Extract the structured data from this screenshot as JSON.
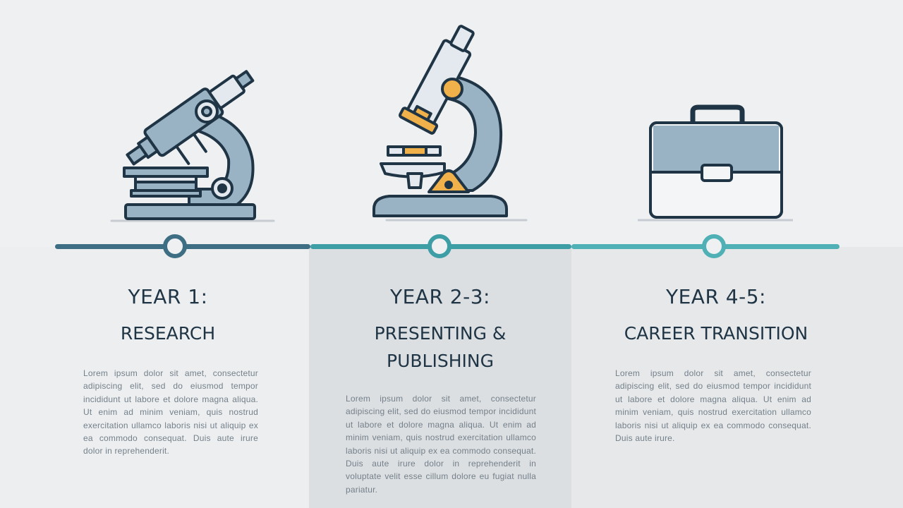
{
  "milestones": [
    {
      "year": "YEAR 1:",
      "stage": "RESEARCH",
      "icon": "microscope-icon",
      "body": "Lorem ipsum dolor sit amet, consectetur adipiscing elit, sed do eiusmod tempor incididunt ut labore et dolore magna aliqua. Ut enim ad minim veniam, quis nostrud exercitation ullamco laboris nisi ut aliquip ex ea commodo consequat. Duis aute irure dolor in reprehenderit."
    },
    {
      "year": "YEAR 2-3:",
      "stage_line1": "PRESENTING &",
      "stage_line2": "PUBLISHING",
      "icon": "microscope-icon",
      "body": "Lorem ipsum dolor sit amet, consectetur adipiscing elit, sed do eiusmod tempor incididunt ut labore et dolore magna aliqua. Ut enim ad minim veniam, quis nostrud exercitation ullamco laboris nisi ut aliquip ex ea commodo consequat. Duis aute irure dolor in reprehenderit in voluptate velit esse cillum dolore eu fugiat nulla pariatur."
    },
    {
      "year": "YEAR 4-5:",
      "stage": "CAREER TRANSITION",
      "icon": "briefcase-icon",
      "body": "Lorem ipsum dolor sit amet, consectetur adipiscing elit, sed do eiusmod tempor incididunt ut labore et dolore magna aliqua. Ut enim ad minim veniam, quis nostrud exercitation ullamco laboris nisi ut aliquip ex ea commodo consequat. Duis aute irure."
    }
  ],
  "colors": {
    "navy": "#1f3444",
    "icon_fill": "#9ab3c4",
    "accent_orange": "#f0b04a",
    "timeline_dark": "#3e6e84",
    "timeline_teal": "#4fb0b5"
  }
}
